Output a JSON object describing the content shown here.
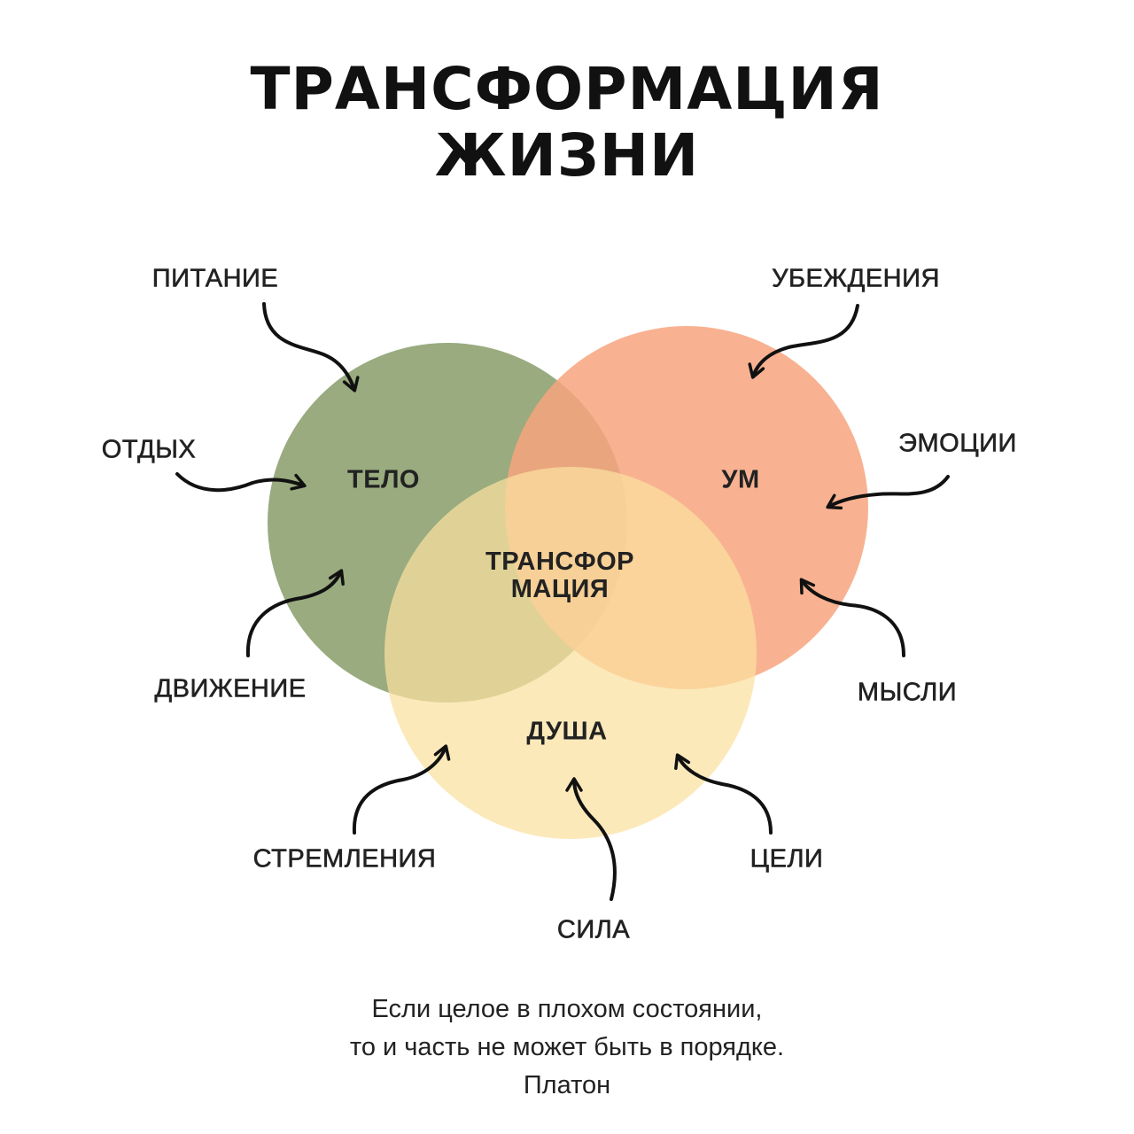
{
  "title": {
    "line1": "ТРАНСФОРМАЦИЯ",
    "line2": "ЖИЗНИ"
  },
  "circles": [
    {
      "label": "ТЕЛО",
      "color": "#94a678"
    },
    {
      "label": "УМ",
      "color": "#f7a47e"
    },
    {
      "label": "ДУША",
      "color": "#fbe0a0"
    }
  ],
  "center": {
    "line1": "ТРАНСФОР",
    "line2": "МАЦИЯ"
  },
  "factors": {
    "body": [
      "ПИТАНИЕ",
      "ОТДЫХ",
      "ДВИЖЕНИЕ"
    ],
    "mind": [
      "УБЕЖДЕНИЯ",
      "ЭМОЦИИ",
      "МЫСЛИ"
    ],
    "soul": [
      "СТРЕМЛЕНИЯ",
      "СИЛА",
      "ЦЕЛИ"
    ]
  },
  "quote": {
    "line1": "Если целое в плохом состоянии,",
    "line2": "то и часть не может быть в порядке.",
    "author": "Платон"
  }
}
